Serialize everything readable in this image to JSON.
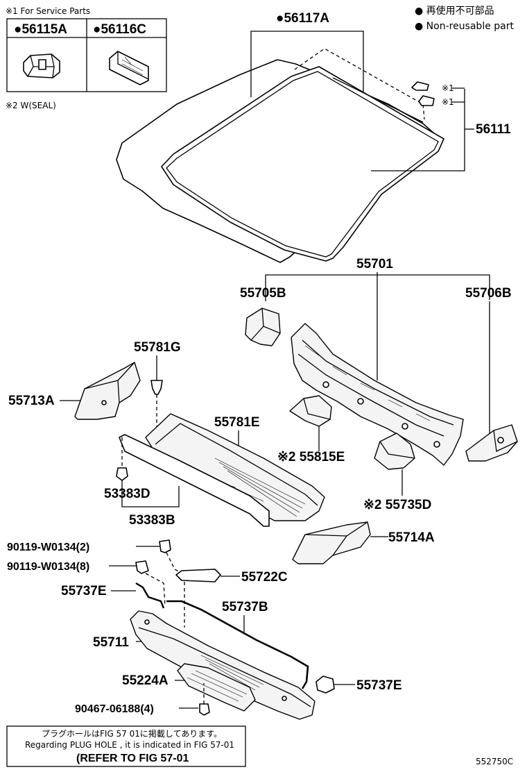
{
  "service_parts": {
    "header": "※1 For Service Parts",
    "col1": "●56115A",
    "col2": "●56116C"
  },
  "w_seal_note": "※2 W(SEAL)",
  "legend": {
    "line1": "● 再使用不可部品",
    "line2": "● Non-reusable part"
  },
  "labels": {
    "p56117A": "●56117A",
    "p56111": "56111",
    "ref1a": "※1",
    "ref1b": "※1",
    "p55701": "55701",
    "p55705B": "55705B",
    "p55706B": "55706B",
    "p55781G": "55781G",
    "p55713A": "55713A",
    "p55781E": "55781E",
    "p55815E": "※2 55815E",
    "p53383D": "53383D",
    "p53383B": "53383B",
    "p55735D": "※2 55735D",
    "p55714A": "55714A",
    "p90119a": "90119-W0134(2)",
    "p90119b": "90119-W0134(8)",
    "p55722C": "55722C",
    "p55737E_left": "55737E",
    "p55737B": "55737B",
    "p55711": "55711",
    "p55224A": "55224A",
    "p55737E_right": "55737E",
    "p90467": "90467-06188(4)"
  },
  "footer": {
    "jp": "プラグホールはFIG 57 01に掲載してあります。",
    "en": "Regarding PLUG HOLE , it is indicated in FIG 57-01",
    "ref": "(REFER TO FIG 57-01"
  },
  "figure_code": "552750C"
}
